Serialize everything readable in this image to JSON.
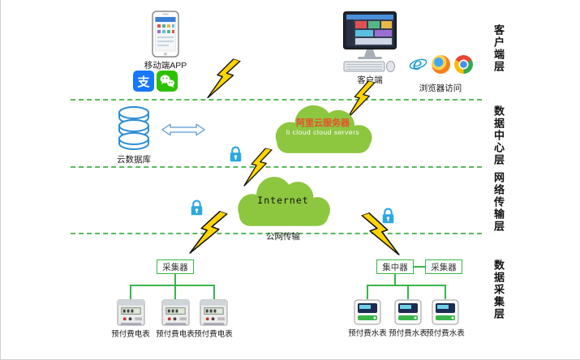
{
  "layers": {
    "client": {
      "mobile_app": "移动端APP",
      "client": "客户端",
      "browser": "浏览器访问"
    },
    "datacenter": {
      "cloud_db": "云数据库",
      "ali_title": "阿里云服务器",
      "ali_subtitle": "li cloud  cloud servers"
    },
    "network": {
      "internet": "Internet",
      "public_net": "公网传输"
    },
    "acquisition": {
      "collector_left": "采集器",
      "concentrator": "集中器",
      "collector_right": "采集器",
      "electric_meters": [
        "预付费电表",
        "预付费电表",
        "预付费电表"
      ],
      "water_meters": [
        "预付费水表",
        "预付费水表",
        "预付费水表"
      ]
    }
  },
  "layer_labels": [
    "客户端层",
    "数据中心层",
    "网络传输层",
    "数据采集层"
  ],
  "icons": {
    "alipay_char": "支"
  },
  "colors": {
    "cloud_green": "#8dc63f",
    "line_green": "#39b54a",
    "dashed_green": "#5cb85c",
    "lock_blue": "#2ba8e0",
    "bolt_yellow": "#ffd400",
    "ali_title_color": "#e8502e"
  }
}
